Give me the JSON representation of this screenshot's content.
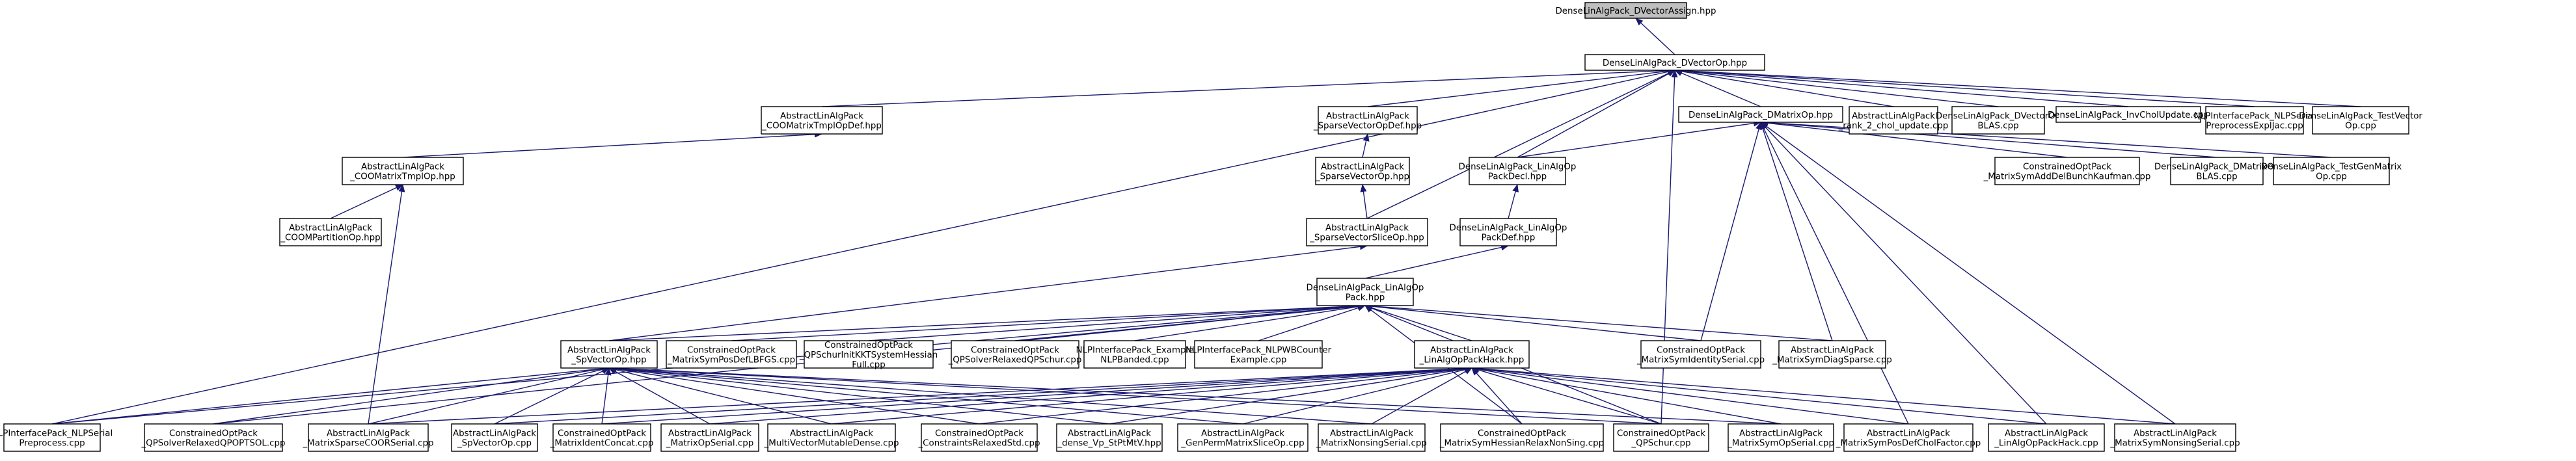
{
  "diagram": {
    "nodes": [
      {
        "id": "root",
        "lines": [
          "DenseLinAlgPack_DVectorAssign.hpp"
        ],
        "highlight": true
      },
      {
        "id": "dvop",
        "lines": [
          "DenseLinAlgPack_DVectorOp.hpp"
        ]
      },
      {
        "id": "cooTmplDef",
        "lines": [
          "AbstractLinAlgPack",
          "_COOMatrixTmplOpDef.hpp"
        ]
      },
      {
        "id": "spVecDef",
        "lines": [
          "AbstractLinAlgPack",
          "_SparseVectorOpDef.hpp"
        ]
      },
      {
        "id": "dmop",
        "lines": [
          "DenseLinAlgPack_DMatrixOp.hpp"
        ]
      },
      {
        "id": "rank2",
        "lines": [
          "AbstractLinAlgPack",
          "_rank_2_chol_update.cpp"
        ]
      },
      {
        "id": "dvblas",
        "lines": [
          "DenseLinAlgPack_DVectorOp",
          "BLAS.cpp"
        ]
      },
      {
        "id": "invchol",
        "lines": [
          "DenseLinAlgPack_InvCholUpdate.cpp"
        ]
      },
      {
        "id": "nlpExpl",
        "lines": [
          "NLPInterfacePack_NLPSerial",
          "PreprocessExplJac.cpp"
        ]
      },
      {
        "id": "testVec",
        "lines": [
          "DenseLinAlgPack_TestVector",
          "Op.cpp"
        ]
      },
      {
        "id": "cooTmpl",
        "lines": [
          "AbstractLinAlgPack",
          "_COOMatrixTmplOp.hpp"
        ]
      },
      {
        "id": "spVec",
        "lines": [
          "AbstractLinAlgPack",
          "_SparseVectorOp.hpp"
        ]
      },
      {
        "id": "laopDecl",
        "lines": [
          "DenseLinAlgPack_LinAlgOp",
          "PackDecl.hpp"
        ]
      },
      {
        "id": "bunch",
        "lines": [
          "ConstrainedOptPack",
          "_MatrixSymAddDelBunchKaufman.cpp"
        ]
      },
      {
        "id": "dmblas",
        "lines": [
          "DenseLinAlgPack_DMatrixOp",
          "BLAS.cpp"
        ]
      },
      {
        "id": "testGen",
        "lines": [
          "DenseLinAlgPack_TestGenMatrix",
          "Op.cpp"
        ]
      },
      {
        "id": "cooPart",
        "lines": [
          "AbstractLinAlgPack",
          "_COOMPartitionOp.hpp"
        ]
      },
      {
        "id": "spSlice",
        "lines": [
          "AbstractLinAlgPack",
          "_SparseVectorSliceOp.hpp"
        ]
      },
      {
        "id": "laopDef",
        "lines": [
          "DenseLinAlgPack_LinAlgOp",
          "PackDef.hpp"
        ]
      },
      {
        "id": "laop",
        "lines": [
          "DenseLinAlgPack_LinAlgOp",
          "Pack.hpp"
        ]
      },
      {
        "id": "spvop",
        "lines": [
          "AbstractLinAlgPack",
          "_SpVectorOp.hpp"
        ]
      },
      {
        "id": "bfgs",
        "lines": [
          "ConstrainedOptPack",
          "_MatrixSymPosDefLBFGS.cpp"
        ]
      },
      {
        "id": "kkt",
        "lines": [
          "ConstrainedOptPack",
          "_QPSchurInitKKTSystemHessian",
          "Full.cpp"
        ]
      },
      {
        "id": "qpRelaxSchur",
        "lines": [
          "ConstrainedOptPack",
          "_QPSolverRelaxedQPSchur.cpp"
        ]
      },
      {
        "id": "nlpBanded",
        "lines": [
          "NLPInterfacePack_Example",
          "NLPBanded.cpp"
        ]
      },
      {
        "id": "nlpWB",
        "lines": [
          "NLPInterfacePack_NLPWBCounter",
          "Example.cpp"
        ]
      },
      {
        "id": "hack",
        "lines": [
          "AbstractLinAlgPack",
          "_LinAlgOpPackHack.hpp"
        ]
      },
      {
        "id": "symId",
        "lines": [
          "ConstrainedOptPack",
          "_MatrixSymIdentitySerial.cpp"
        ]
      },
      {
        "id": "symDiag",
        "lines": [
          "AbstractLinAlgPack",
          "_MatrixSymDiagSparse.cpp"
        ]
      },
      {
        "id": "nlpPre",
        "lines": [
          "NLPInterfacePack_NLPSerial",
          "Preprocess.cpp"
        ]
      },
      {
        "id": "qpopt",
        "lines": [
          "ConstrainedOptPack",
          "_QPSolverRelaxedQPOPTSOL.cpp"
        ]
      },
      {
        "id": "sparseCoor",
        "lines": [
          "AbstractLinAlgPack",
          "_MatrixSparseCOORSerial.cpp"
        ]
      },
      {
        "id": "spvopcpp",
        "lines": [
          "AbstractLinAlgPack",
          "_SpVectorOp.cpp"
        ]
      },
      {
        "id": "identConcat",
        "lines": [
          "ConstrainedOptPack",
          "_MatrixIdentConcat.cpp"
        ]
      },
      {
        "id": "matOpSerial",
        "lines": [
          "AbstractLinAlgPack",
          "_MatrixOpSerial.cpp"
        ]
      },
      {
        "id": "multiVec",
        "lines": [
          "AbstractLinAlgPack",
          "_MultiVectorMutableDense.cpp"
        ]
      },
      {
        "id": "constrRelax",
        "lines": [
          "ConstrainedOptPack",
          "_ConstraintsRelaxedStd.cpp"
        ]
      },
      {
        "id": "denseVp",
        "lines": [
          "AbstractLinAlgPack",
          "_dense_Vp_StPtMtV.hpp"
        ]
      },
      {
        "id": "genPerm",
        "lines": [
          "AbstractLinAlgPack",
          "_GenPermMatrixSliceOp.cpp"
        ]
      },
      {
        "id": "nonsing",
        "lines": [
          "AbstractLinAlgPack",
          "_MatrixNonsingSerial.cpp"
        ]
      },
      {
        "id": "hessRelax",
        "lines": [
          "ConstrainedOptPack",
          "_MatrixSymHessianRelaxNonSing.cpp"
        ]
      },
      {
        "id": "qpschur",
        "lines": [
          "ConstrainedOptPack",
          "_QPSchur.cpp"
        ]
      },
      {
        "id": "symOpSerial",
        "lines": [
          "AbstractLinAlgPack",
          "_MatrixSymOpSerial.cpp"
        ]
      },
      {
        "id": "cholFactor",
        "lines": [
          "AbstractLinAlgPack",
          "_MatrixSymPosDefCholFactor.cpp"
        ]
      },
      {
        "id": "hackcpp",
        "lines": [
          "AbstractLinAlgPack",
          "_LinAlgOpPackHack.cpp"
        ]
      },
      {
        "id": "symNonsing",
        "lines": [
          "AbstractLinAlgPack",
          "_MatrixSymNonsingSerial.cpp"
        ]
      }
    ],
    "edges": [
      [
        "dvop",
        "root"
      ],
      [
        "cooTmplDef",
        "dvop"
      ],
      [
        "spVecDef",
        "dvop"
      ],
      [
        "dmop",
        "dvop"
      ],
      [
        "rank2",
        "dvop"
      ],
      [
        "dvblas",
        "dvop"
      ],
      [
        "invchol",
        "dvop"
      ],
      [
        "nlpExpl",
        "dvop"
      ],
      [
        "testVec",
        "dvop"
      ],
      [
        "laopDecl",
        "dvop"
      ],
      [
        "spSlice",
        "dvop"
      ],
      [
        "nlpPre",
        "dvop"
      ],
      [
        "qpschur",
        "dvop"
      ],
      [
        "cooTmpl",
        "cooTmplDef"
      ],
      [
        "cooPart",
        "cooTmpl"
      ],
      [
        "sparseCoor",
        "cooTmpl"
      ],
      [
        "spVec",
        "spVecDef"
      ],
      [
        "spSlice",
        "spVec"
      ],
      [
        "spvop",
        "spSlice"
      ],
      [
        "laopDecl",
        "dmop"
      ],
      [
        "bunch",
        "dmop"
      ],
      [
        "dmblas",
        "dmop"
      ],
      [
        "testGen",
        "dmop"
      ],
      [
        "symId",
        "dmop"
      ],
      [
        "symDiag",
        "dmop"
      ],
      [
        "cholFactor",
        "dmop"
      ],
      [
        "hackcpp",
        "dmop"
      ],
      [
        "symNonsing",
        "dmop"
      ],
      [
        "laopDef",
        "laopDecl"
      ],
      [
        "laop",
        "laopDef"
      ],
      [
        "spvop",
        "laop"
      ],
      [
        "bfgs",
        "laop"
      ],
      [
        "kkt",
        "laop"
      ],
      [
        "qpRelaxSchur",
        "laop"
      ],
      [
        "nlpBanded",
        "laop"
      ],
      [
        "nlpWB",
        "laop"
      ],
      [
        "hack",
        "laop"
      ],
      [
        "symId",
        "laop"
      ],
      [
        "symDiag",
        "laop"
      ],
      [
        "nlpPre",
        "laop"
      ],
      [
        "qpopt",
        "laop"
      ],
      [
        "qpschur",
        "laop"
      ],
      [
        "hessRelax",
        "laop"
      ],
      [
        "nlpPre",
        "spvop"
      ],
      [
        "qpopt",
        "spvop"
      ],
      [
        "sparseCoor",
        "spvop"
      ],
      [
        "spvopcpp",
        "spvop"
      ],
      [
        "identConcat",
        "spvop"
      ],
      [
        "matOpSerial",
        "spvop"
      ],
      [
        "multiVec",
        "spvop"
      ],
      [
        "constrRelax",
        "spvop"
      ],
      [
        "denseVp",
        "spvop"
      ],
      [
        "genPerm",
        "spvop"
      ],
      [
        "nonsing",
        "spvop"
      ],
      [
        "qpschur",
        "spvop"
      ],
      [
        "symOpSerial",
        "spvop"
      ],
      [
        "sparseCoor",
        "hack"
      ],
      [
        "spvopcpp",
        "hack"
      ],
      [
        "identConcat",
        "hack"
      ],
      [
        "matOpSerial",
        "hack"
      ],
      [
        "multiVec",
        "hack"
      ],
      [
        "constrRelax",
        "hack"
      ],
      [
        "denseVp",
        "hack"
      ],
      [
        "genPerm",
        "hack"
      ],
      [
        "nonsing",
        "hack"
      ],
      [
        "hessRelax",
        "hack"
      ],
      [
        "qpschur",
        "hack"
      ],
      [
        "symOpSerial",
        "hack"
      ],
      [
        "cholFactor",
        "hack"
      ],
      [
        "hackcpp",
        "hack"
      ],
      [
        "symNonsing",
        "hack"
      ]
    ]
  }
}
